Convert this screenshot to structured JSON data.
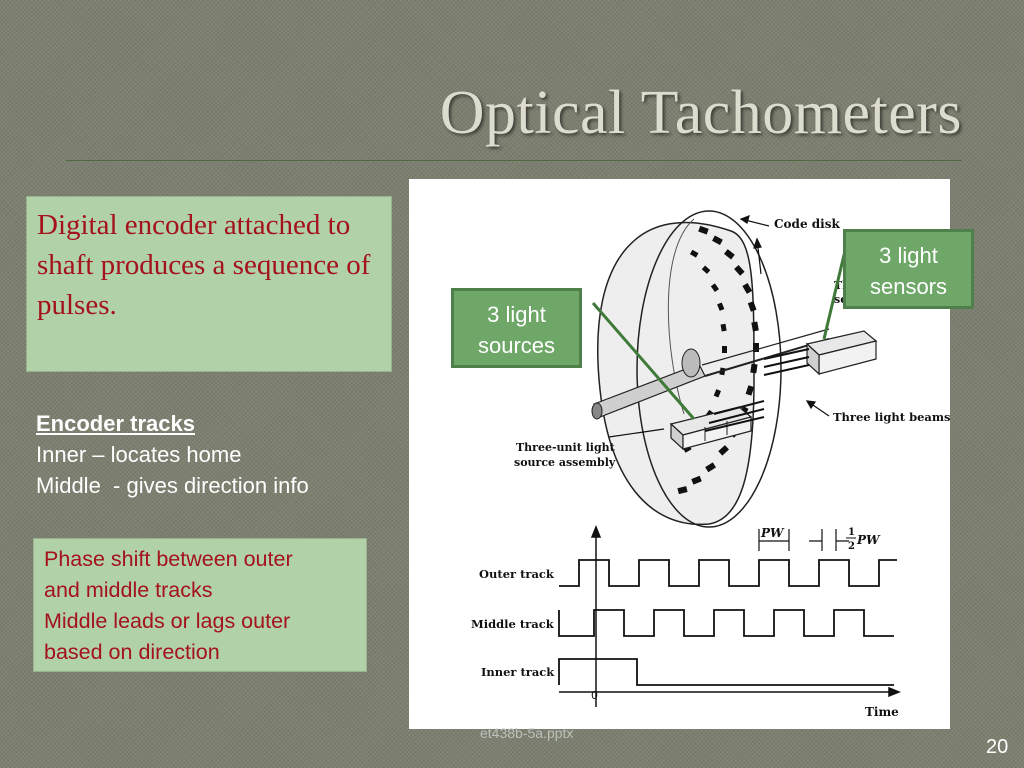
{
  "title": "Optical Tachometers",
  "left_box": "Digital encoder attached to shaft produces a sequence of pulses.",
  "tracks": {
    "heading": "Encoder tracks",
    "lines": [
      "Inner – locates home",
      "Middle  - gives direction info"
    ]
  },
  "phase_box": {
    "lines": [
      "Phase shift between outer",
      "and middle tracks",
      "Middle leads or lags outer",
      "based on direction"
    ]
  },
  "callouts": {
    "sources": [
      "3 light",
      "sources"
    ],
    "sensors": [
      "3 light",
      "sensors"
    ]
  },
  "figure_labels": {
    "code_disk": "Code disk",
    "three_light_beams": "Three light beams",
    "source_assembly_1": "Three-unit light",
    "source_assembly_2": "source assembly",
    "occluded_1": "Th",
    "occluded_2": "se",
    "pw": "PW",
    "half_num": "1",
    "half_den": "2",
    "half_pw": "PW",
    "outer_track": "Outer track",
    "middle_track": "Middle track",
    "inner_track": "Inner track",
    "zero": "0",
    "time": "Time"
  },
  "footer": "et438b-5a.pptx",
  "page_number": "20",
  "colors": {
    "background": "#7d8070",
    "box_fill": "#b1d1a8",
    "box_text": "#a3121d",
    "callout_fill": "#6fa769",
    "connector": "#3f7a3a"
  }
}
